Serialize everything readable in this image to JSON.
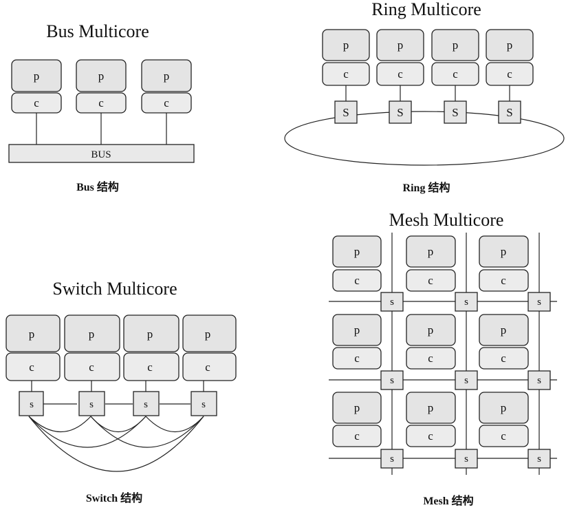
{
  "bus": {
    "title": "Bus Multicore",
    "caption": "Bus 结构",
    "bus_label": "BUS",
    "cores": [
      {
        "p": "p",
        "c": "c"
      },
      {
        "p": "p",
        "c": "c"
      },
      {
        "p": "p",
        "c": "c"
      }
    ]
  },
  "ring": {
    "title": "Ring Multicore",
    "caption": "Ring 结构",
    "cores": [
      {
        "p": "p",
        "c": "c",
        "s": "S"
      },
      {
        "p": "p",
        "c": "c",
        "s": "S"
      },
      {
        "p": "p",
        "c": "c",
        "s": "S"
      },
      {
        "p": "p",
        "c": "c",
        "s": "S"
      }
    ]
  },
  "switch": {
    "title": "Switch Multicore",
    "caption": "Switch 结构",
    "cores": [
      {
        "p": "p",
        "c": "c",
        "s": "s"
      },
      {
        "p": "p",
        "c": "c",
        "s": "s"
      },
      {
        "p": "p",
        "c": "c",
        "s": "s"
      },
      {
        "p": "p",
        "c": "c",
        "s": "s"
      }
    ]
  },
  "mesh": {
    "title": "Mesh Multicore",
    "caption": "Mesh 结构",
    "rows": [
      [
        {
          "p": "p",
          "c": "c",
          "s": "s"
        },
        {
          "p": "p",
          "c": "c",
          "s": "s"
        },
        {
          "p": "p",
          "c": "c",
          "s": "s"
        }
      ],
      [
        {
          "p": "p",
          "c": "c",
          "s": "s"
        },
        {
          "p": "p",
          "c": "c",
          "s": "s"
        },
        {
          "p": "p",
          "c": "c",
          "s": "s"
        }
      ],
      [
        {
          "p": "p",
          "c": "c",
          "s": "s"
        },
        {
          "p": "p",
          "c": "c",
          "s": "s"
        },
        {
          "p": "p",
          "c": "c",
          "s": "s"
        }
      ]
    ]
  }
}
